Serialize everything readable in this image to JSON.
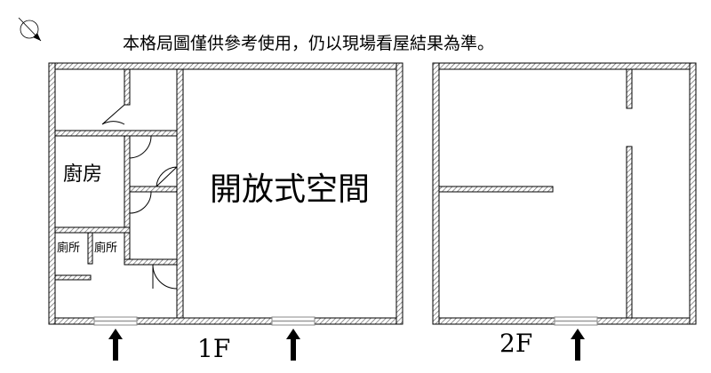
{
  "disclaimer": "本格局圖僅供參考使用，仍以現場看屋結果為準。",
  "compass": {
    "icon": "north-arrow-icon"
  },
  "floors": [
    {
      "label": "1F"
    },
    {
      "label": "2F"
    }
  ],
  "rooms": {
    "kitchen": "廚房",
    "open_space": "開放式空間",
    "restroom_1": "廁所",
    "restroom_2": "廁所"
  },
  "icons": {
    "entrance": "up-arrow-icon",
    "window": "window-icon",
    "door": "door-swing-icon"
  },
  "colors": {
    "wall": "#000000",
    "wall_hatch": "#555555",
    "background": "#ffffff",
    "window": "#9a9a9a"
  }
}
